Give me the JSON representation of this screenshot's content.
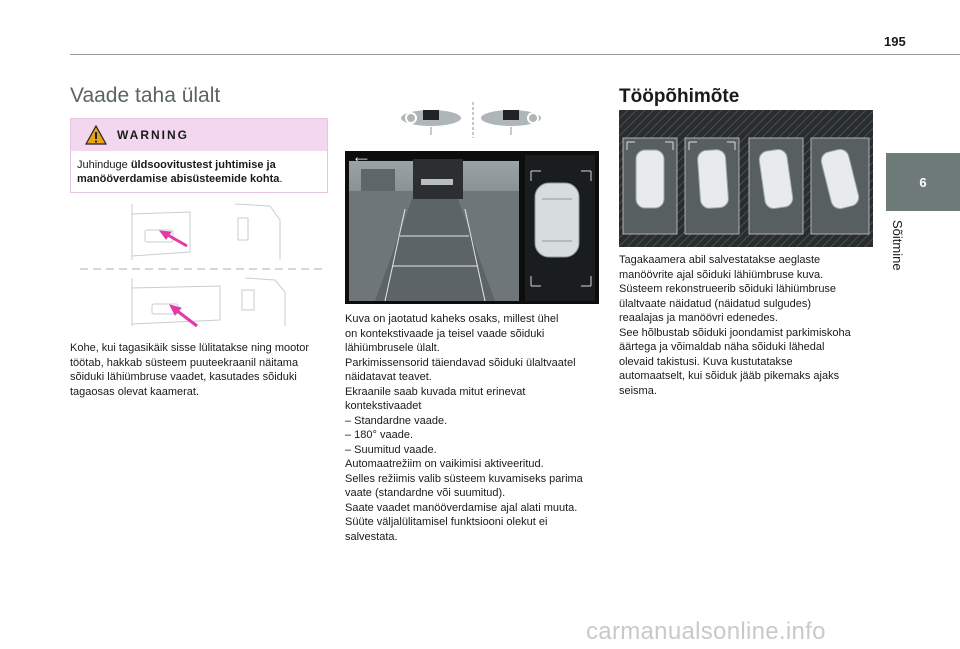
{
  "page": {
    "number": "195"
  },
  "side_tab": {
    "number": "6",
    "label": "Sõitmine"
  },
  "left": {
    "title": "Vaade taha ülalt",
    "warning": {
      "title": "WARNING",
      "text_prefix": "Juhinduge ",
      "text_bold": "üldsoovitustest juhtimise ja manööverdamise abisüsteemide kohta",
      "text_suffix": "."
    },
    "paragraph": "Kohe, kui tagasikäik sisse lülitatakse ning mootor töötab, hakkab süsteem puuteekraanil näitama sõiduki lähiümbruse vaadet, kasutades sõiduki tagaosas olevat kaamerat."
  },
  "center": {
    "lines": [
      "Kuva on jaotatud kaheks osaks, millest ühel",
      "on kontekstivaade ja teisel vaade sõiduki",
      "lähiümbrusele ülalt.",
      "Parkimissensorid täiendavad sõiduki ülaltvaatel",
      "näidatavat teavet.",
      "Ekraanile saab kuvada mitut erinevat",
      "kontekstivaadet",
      "–  Standardne vaade.",
      "–  180° vaade.",
      "–  Suumitud vaade.",
      "Automaatrežiim on vaikimisi aktiveeritud.",
      "Selles režiimis valib süsteem kuvamiseks parima",
      "vaate (standardne või suumitud).",
      "Saate vaadet manööverdamise ajal alati muuta.",
      "Süüte väljalülitamisel funktsiooni olekut ei",
      "salvestata."
    ]
  },
  "right": {
    "title": "Tööpõhimõte",
    "lines": [
      "Tagakaamera abil salvestatakse aeglaste",
      "manöövrite ajal sõiduki lähiümbruse kuva.",
      "Süsteem rekonstrueerib sõiduki lähiümbruse",
      "ülaltvaate näidatud (näidatud sulgudes)",
      "reaalajas ja manöövri edenedes.",
      "See hõlbustab sõiduki joondamist parkimiskoha",
      "äärtega ja võimaldab näha sõiduki lähedal",
      "olevaid takistusi. Kuva kustutatakse",
      "automaatselt, kui sõiduk jääb pikemaks ajaks",
      "seisma."
    ]
  },
  "watermark": "carmanualsonline.info",
  "colors": {
    "side_tab": "#6e7b78",
    "warning_head": "#f3d7ef",
    "accent_pink": "#e23aa8",
    "title_grey": "#5a6462"
  }
}
